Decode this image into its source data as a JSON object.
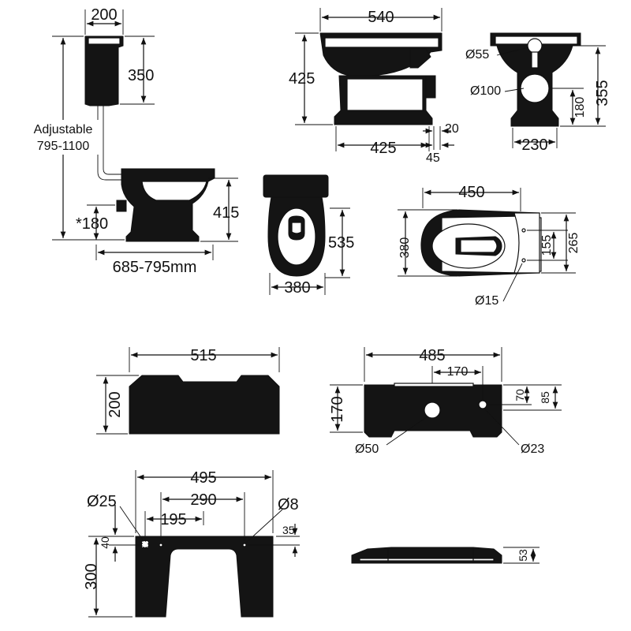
{
  "overall": {
    "cistern_width": "200",
    "cistern_height": "350",
    "adjustable_label": "Adjustable",
    "adjustable_range": "795-1100",
    "seat_height": "415",
    "outlet_height": "*180",
    "projection": "685-795mm"
  },
  "pan_side": {
    "length": "540",
    "height": "425",
    "base_length": "425",
    "dim_20": "20",
    "dim_45": "45"
  },
  "pan_rear": {
    "inlet": "Ø55",
    "outlet": "Ø100",
    "height": "355",
    "outlet_height": "180",
    "base_width": "230"
  },
  "pan_front": {
    "depth": "535",
    "width": "380"
  },
  "pan_top": {
    "length": "450",
    "width": "380",
    "fix_a": "155",
    "fix_b": "265",
    "fix_hole": "Ø15"
  },
  "cistern_front": {
    "width": "515",
    "height": "200"
  },
  "cistern_top": {
    "width": "485",
    "spacing": "170",
    "depth": "170",
    "d70": "70",
    "d85": "85",
    "hole_large": "Ø50",
    "hole_small": "Ø23"
  },
  "cistern_back": {
    "width": "495",
    "holes_span": "290",
    "hole_offset": "195",
    "hole_25": "Ø25",
    "hole_8": "Ø8",
    "d40": "40",
    "d35": "35",
    "height": "300"
  },
  "lid": {
    "height": "53"
  }
}
